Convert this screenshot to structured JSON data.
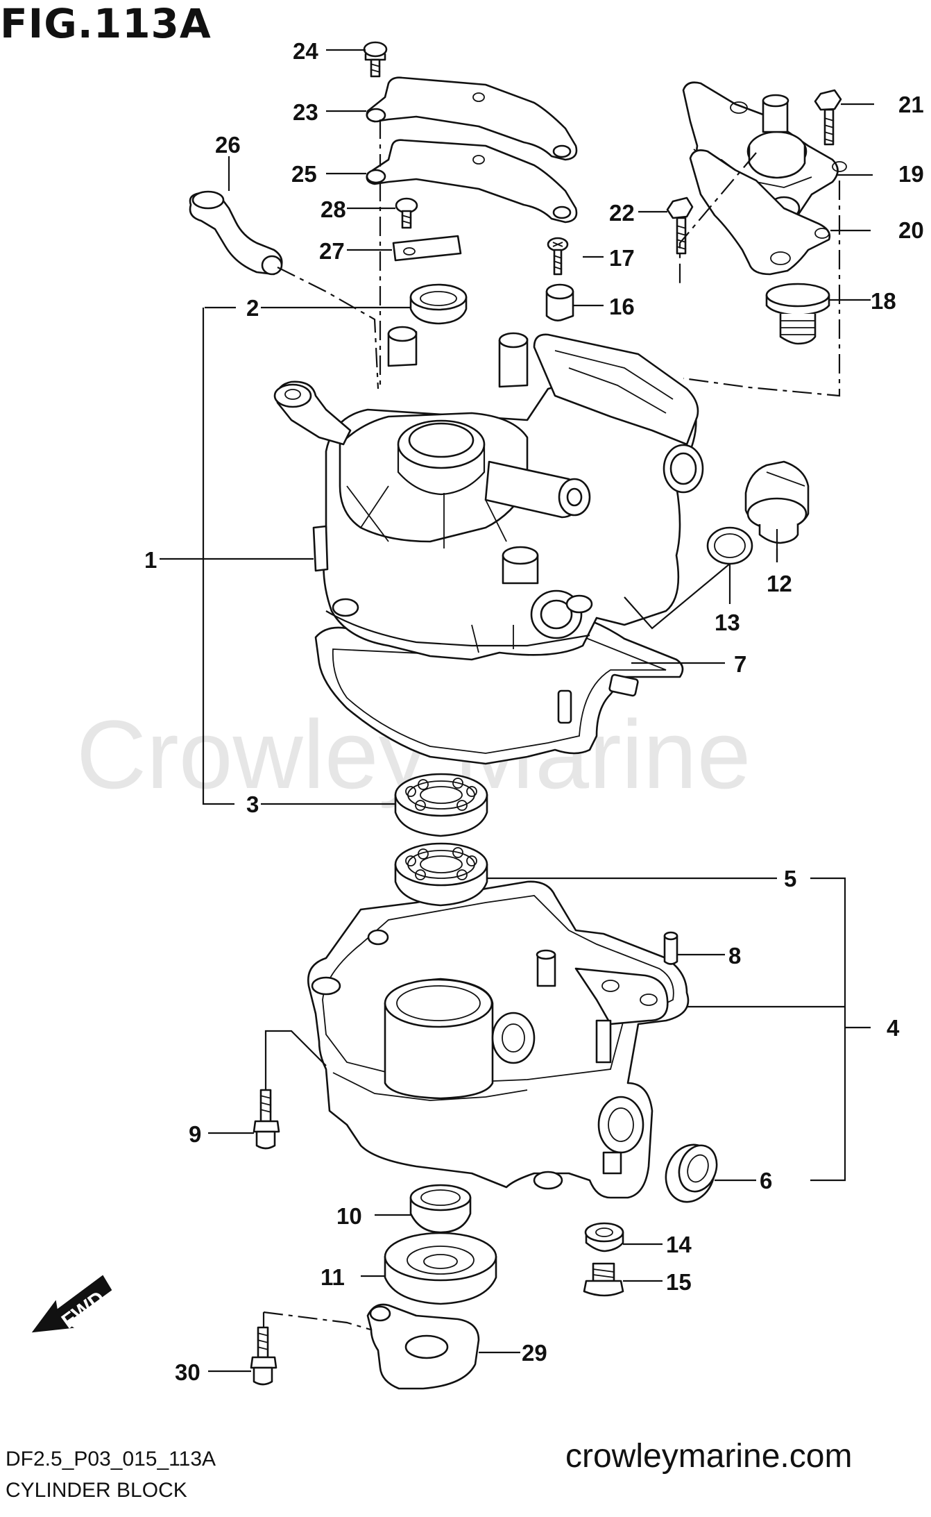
{
  "figure": {
    "title": "FIG.113A",
    "code": "DF2.5_P03_015_113A",
    "name": "CYLINDER BLOCK",
    "website": "crowleymarine.com",
    "watermark": "Crowley Marine",
    "direction_indicator": "FWD"
  },
  "callouts": [
    {
      "id": "c1",
      "label": "1"
    },
    {
      "id": "c2",
      "label": "2"
    },
    {
      "id": "c3",
      "label": "3"
    },
    {
      "id": "c4",
      "label": "4"
    },
    {
      "id": "c5",
      "label": "5"
    },
    {
      "id": "c6",
      "label": "6"
    },
    {
      "id": "c7",
      "label": "7"
    },
    {
      "id": "c8",
      "label": "8"
    },
    {
      "id": "c9",
      "label": "9"
    },
    {
      "id": "c10",
      "label": "10"
    },
    {
      "id": "c11",
      "label": "11"
    },
    {
      "id": "c12",
      "label": "12"
    },
    {
      "id": "c13",
      "label": "13"
    },
    {
      "id": "c14",
      "label": "14"
    },
    {
      "id": "c15",
      "label": "15"
    },
    {
      "id": "c16",
      "label": "16"
    },
    {
      "id": "c17",
      "label": "17"
    },
    {
      "id": "c18",
      "label": "18"
    },
    {
      "id": "c19",
      "label": "19"
    },
    {
      "id": "c20",
      "label": "20"
    },
    {
      "id": "c21",
      "label": "21"
    },
    {
      "id": "c22",
      "label": "22"
    },
    {
      "id": "c23",
      "label": "23"
    },
    {
      "id": "c24",
      "label": "24"
    },
    {
      "id": "c25",
      "label": "25"
    },
    {
      "id": "c26",
      "label": "26"
    },
    {
      "id": "c27",
      "label": "27"
    },
    {
      "id": "c28",
      "label": "28"
    },
    {
      "id": "c29",
      "label": "29"
    },
    {
      "id": "c30",
      "label": "30"
    }
  ]
}
